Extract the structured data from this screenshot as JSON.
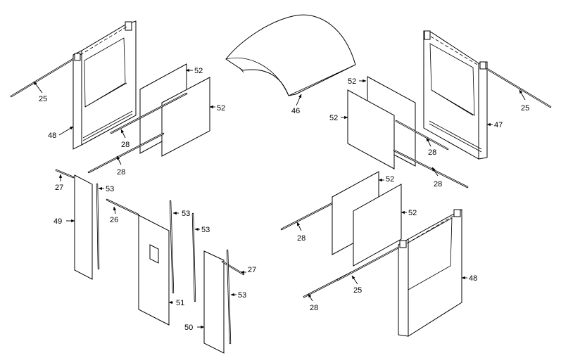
{
  "labels": {
    "c25a": "25",
    "c48a": "48",
    "c52a": "52",
    "c52b": "52",
    "c28a": "28",
    "c28b": "28",
    "c46": "46",
    "c52c": "52",
    "c52d": "52",
    "c25b": "25",
    "c47": "47",
    "c28c": "28",
    "c28d": "28",
    "c27a": "27",
    "c53a": "53",
    "c49": "49",
    "c26": "26",
    "c53b": "53",
    "c53c": "53",
    "c51": "51",
    "c27b": "27",
    "c53d": "53",
    "c50": "50",
    "c52e": "52",
    "c52f": "52",
    "c28e": "28",
    "c25c": "25",
    "c48b": "48",
    "c28f": "28"
  }
}
